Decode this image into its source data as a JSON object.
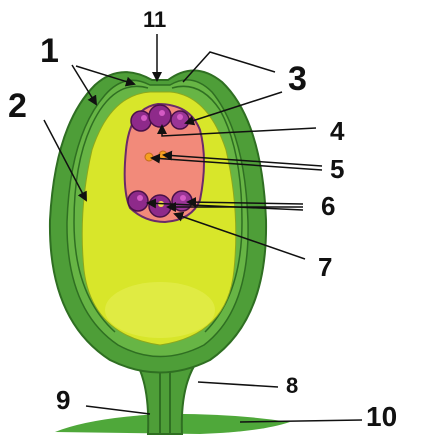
{
  "labels": {
    "l1": "1",
    "l2": "2",
    "l3": "3",
    "l4": "4",
    "l5": "5",
    "l6": "6",
    "l7": "7",
    "l8": "8",
    "l9": "9",
    "l10": "10",
    "l11": "11"
  },
  "colors": {
    "integument_dark": "#3d8f2f",
    "integument_light": "#73c24a",
    "nucellus": "#d8e62a",
    "nucellus_light": "#e6ef55",
    "embryo_sac": "#f28a7a",
    "cell_purple": "#8e2a8a",
    "cell_pink": "#d45ac4",
    "nucleus_yellow": "#f6e14a",
    "leader": "#111111"
  }
}
